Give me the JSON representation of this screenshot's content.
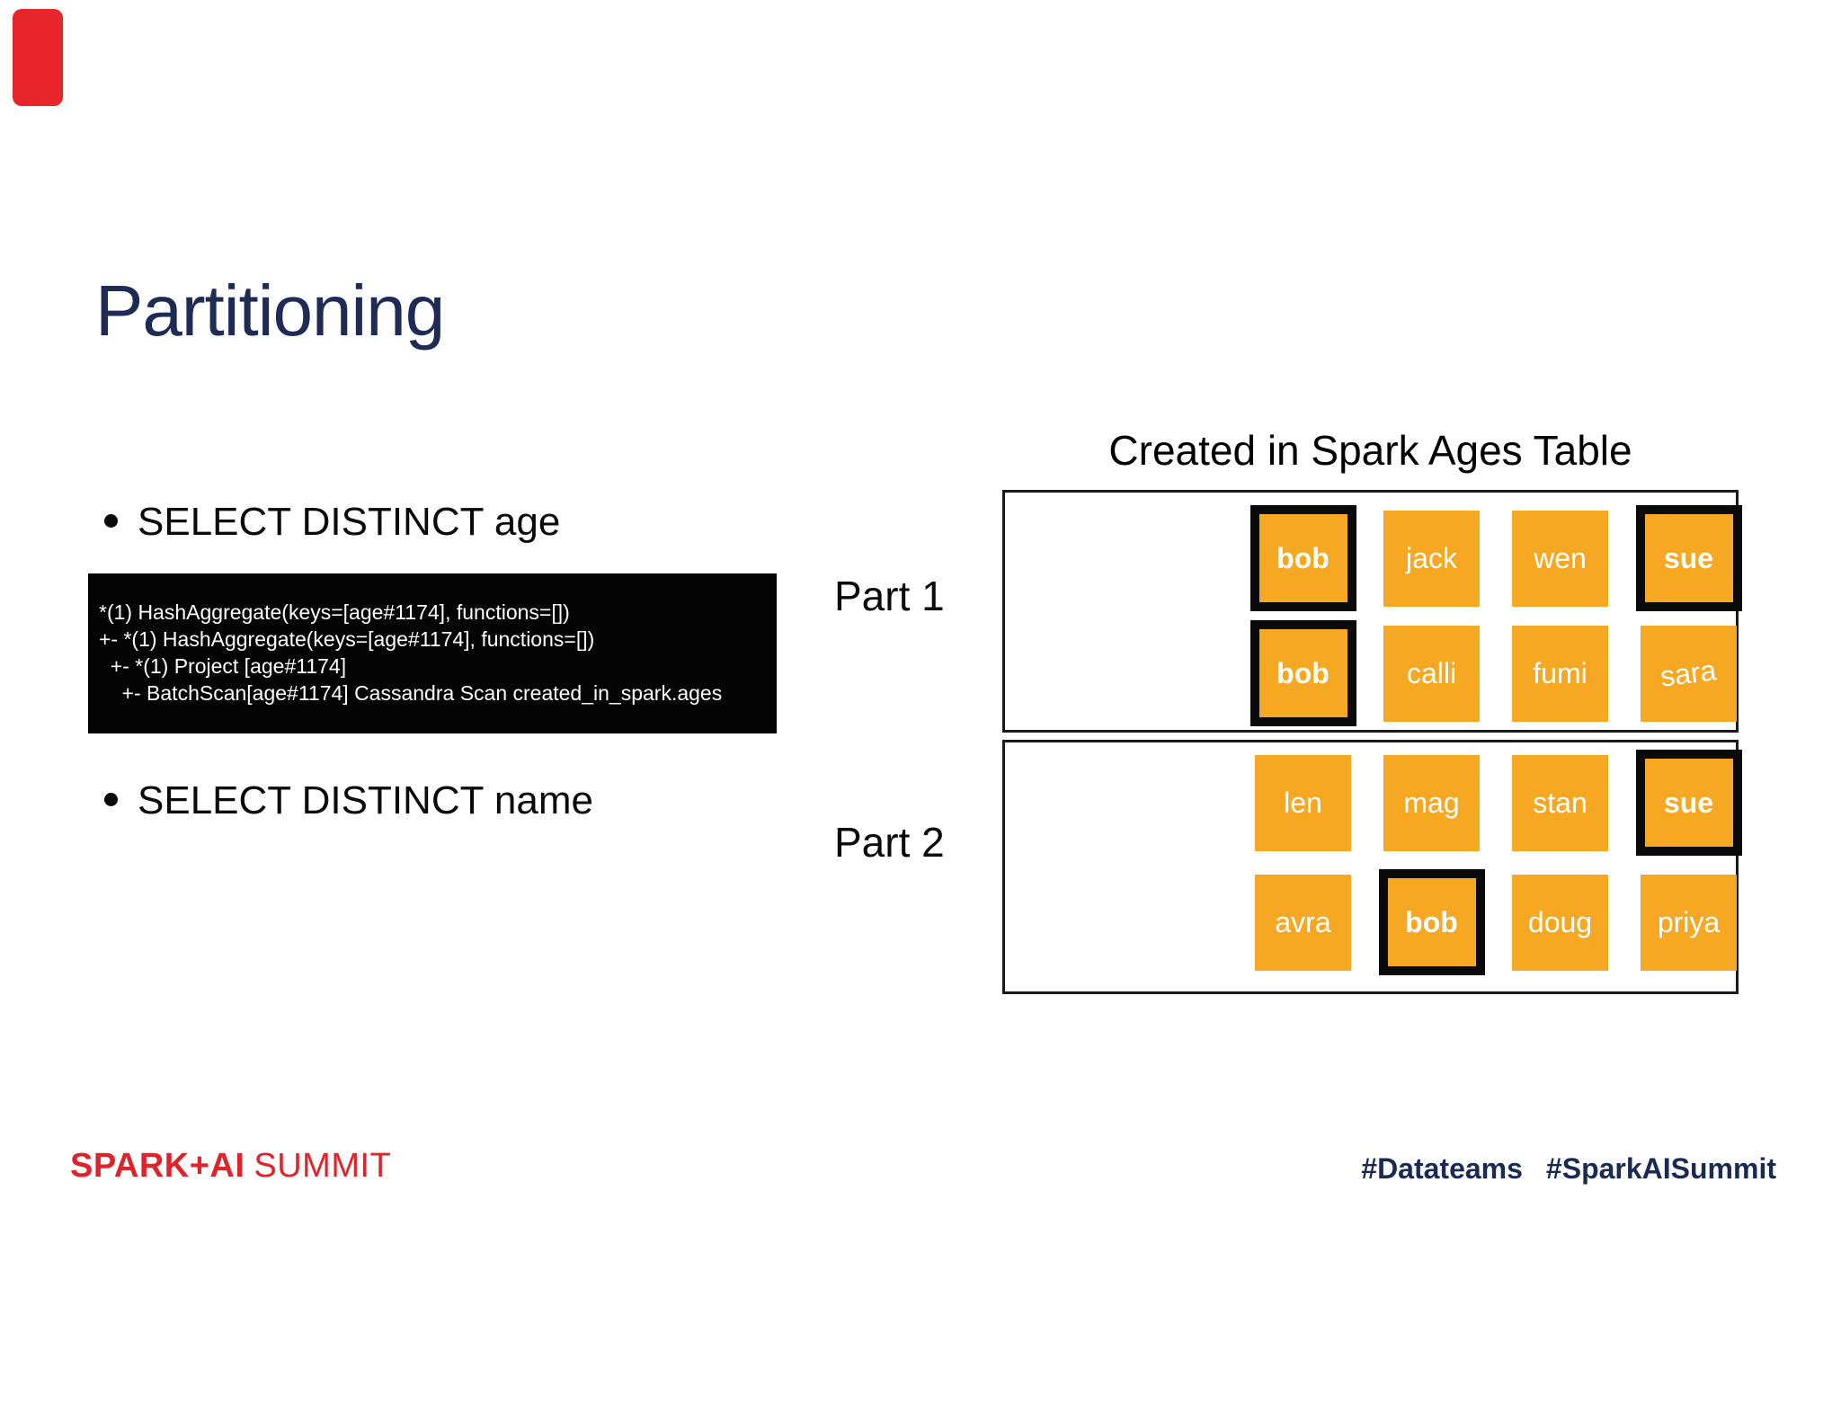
{
  "title": "Partitioning",
  "bullets": {
    "age": "SELECT DISTINCT age",
    "name": "SELECT DISTINCT name"
  },
  "code_block": {
    "lines": [
      "*(1) HashAggregate(keys=[age#1174], functions=[])",
      "+- *(1) HashAggregate(keys=[age#1174], functions=[])",
      "  +- *(1) Project [age#1174]",
      "    +- BatchScan[age#1174] Cassandra Scan created_in_spark.ages"
    ],
    "background": "#040404",
    "text_color": "#ffffff"
  },
  "diagram": {
    "heading": "Created in Spark Ages Table",
    "cell_color": "#f7a823",
    "highlight_border_color": "#0a0a0a",
    "parts": [
      {
        "label": "Part 1",
        "rows": [
          [
            {
              "name": "bob",
              "highlighted": true
            },
            {
              "name": "jack",
              "highlighted": false
            },
            {
              "name": "wen",
              "highlighted": false
            },
            {
              "name": "sue",
              "highlighted": true
            }
          ],
          [
            {
              "name": "bob",
              "highlighted": true
            },
            {
              "name": "calli",
              "highlighted": false
            },
            {
              "name": "fumi",
              "highlighted": false
            },
            {
              "name": "sara",
              "highlighted": false,
              "tilted": true
            }
          ]
        ]
      },
      {
        "label": "Part 2",
        "rows": [
          [
            {
              "name": "len",
              "highlighted": false
            },
            {
              "name": "mag",
              "highlighted": false
            },
            {
              "name": "stan",
              "highlighted": false
            },
            {
              "name": "sue",
              "highlighted": true
            }
          ],
          [
            {
              "name": "avra",
              "highlighted": false
            },
            {
              "name": "bob",
              "highlighted": true
            },
            {
              "name": "doug",
              "highlighted": false
            },
            {
              "name": "priya",
              "highlighted": false
            }
          ]
        ]
      }
    ]
  },
  "footer": {
    "logo_primary": "SPARK+AI",
    "logo_secondary": "SUMMIT",
    "logo_color": "#e0222a",
    "hashtag_1": "#Datateams",
    "hashtag_2": "#SparkAISummit",
    "hashtag_color": "#1b2a52"
  },
  "badge_color": "#e8252b"
}
